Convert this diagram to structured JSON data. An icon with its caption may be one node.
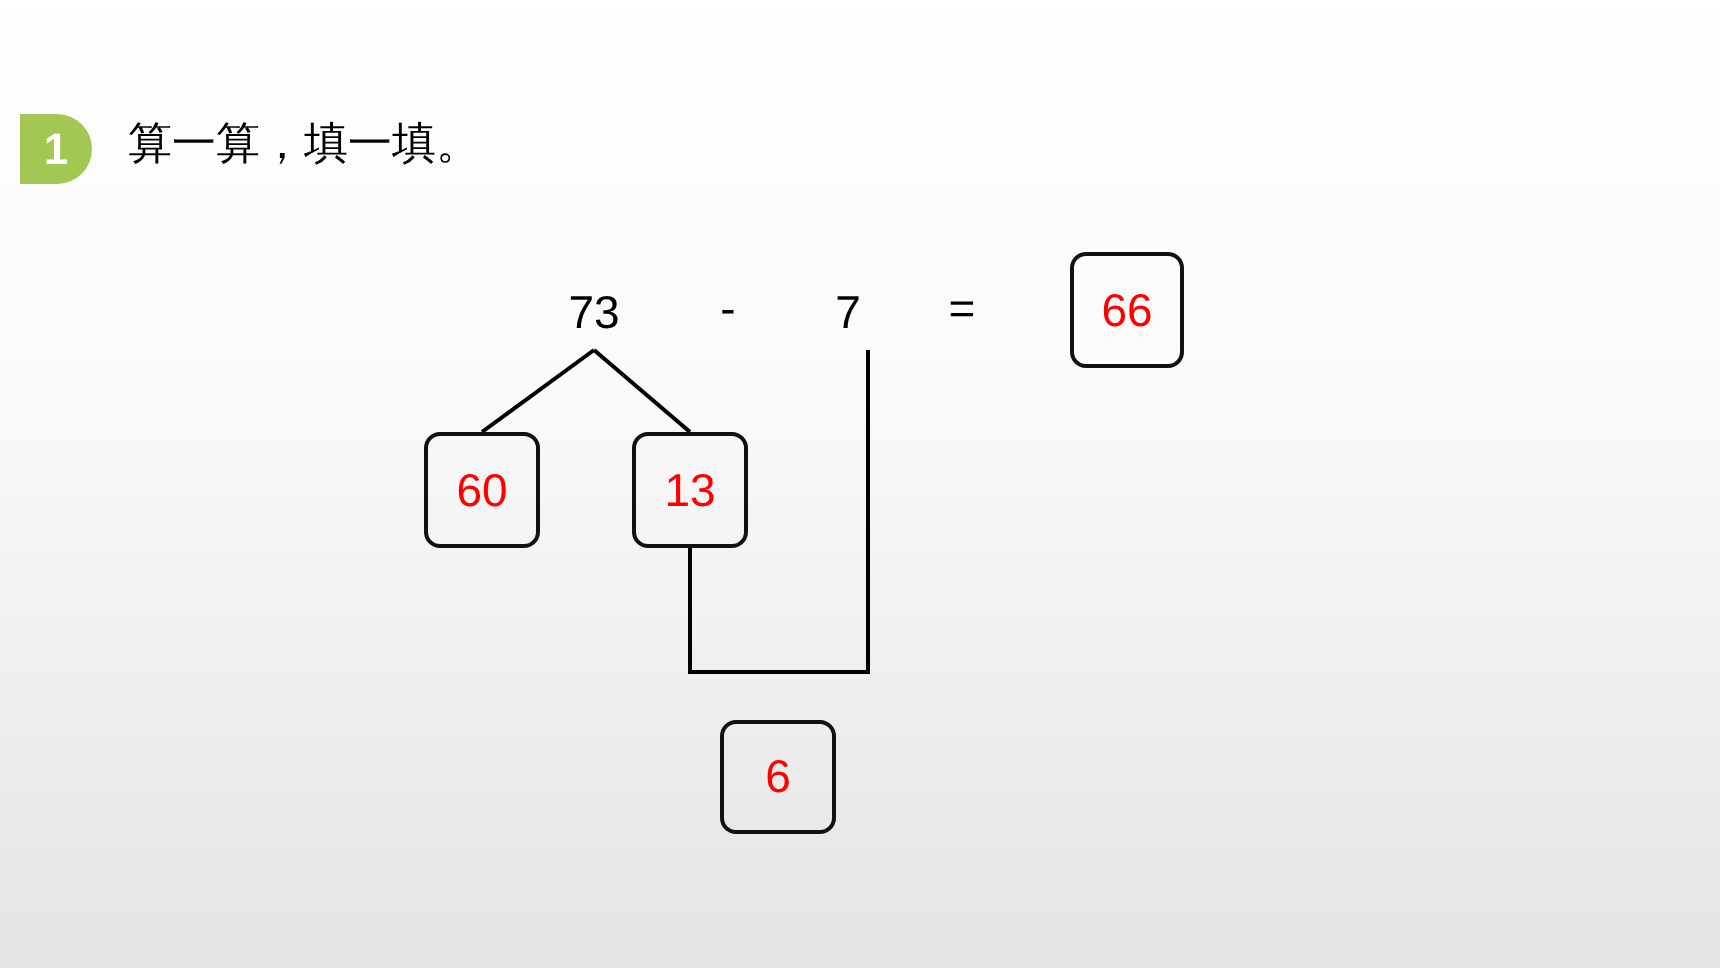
{
  "diagram": {
    "title": "算一算，填一填。",
    "nodes": [
      {
        "text": [
          "1"
        ]
      },
      {
        "text": [
          "73"
        ]
      },
      {
        "text": [
          "7"
        ]
      },
      {
        "text": [
          "66"
        ]
      },
      {
        "text": [
          "60"
        ]
      },
      {
        "text": [
          "13"
        ]
      },
      {
        "text": [
          "6"
        ]
      }
    ],
    "edges": [
      {
        "from": 1,
        "to": 4,
        "arrow": "none"
      },
      {
        "from": 1,
        "to": 5,
        "arrow": "none"
      },
      {
        "from": 5,
        "to": 2,
        "arrow": "none"
      }
    ],
    "labels": [
      "-",
      "="
    ]
  }
}
